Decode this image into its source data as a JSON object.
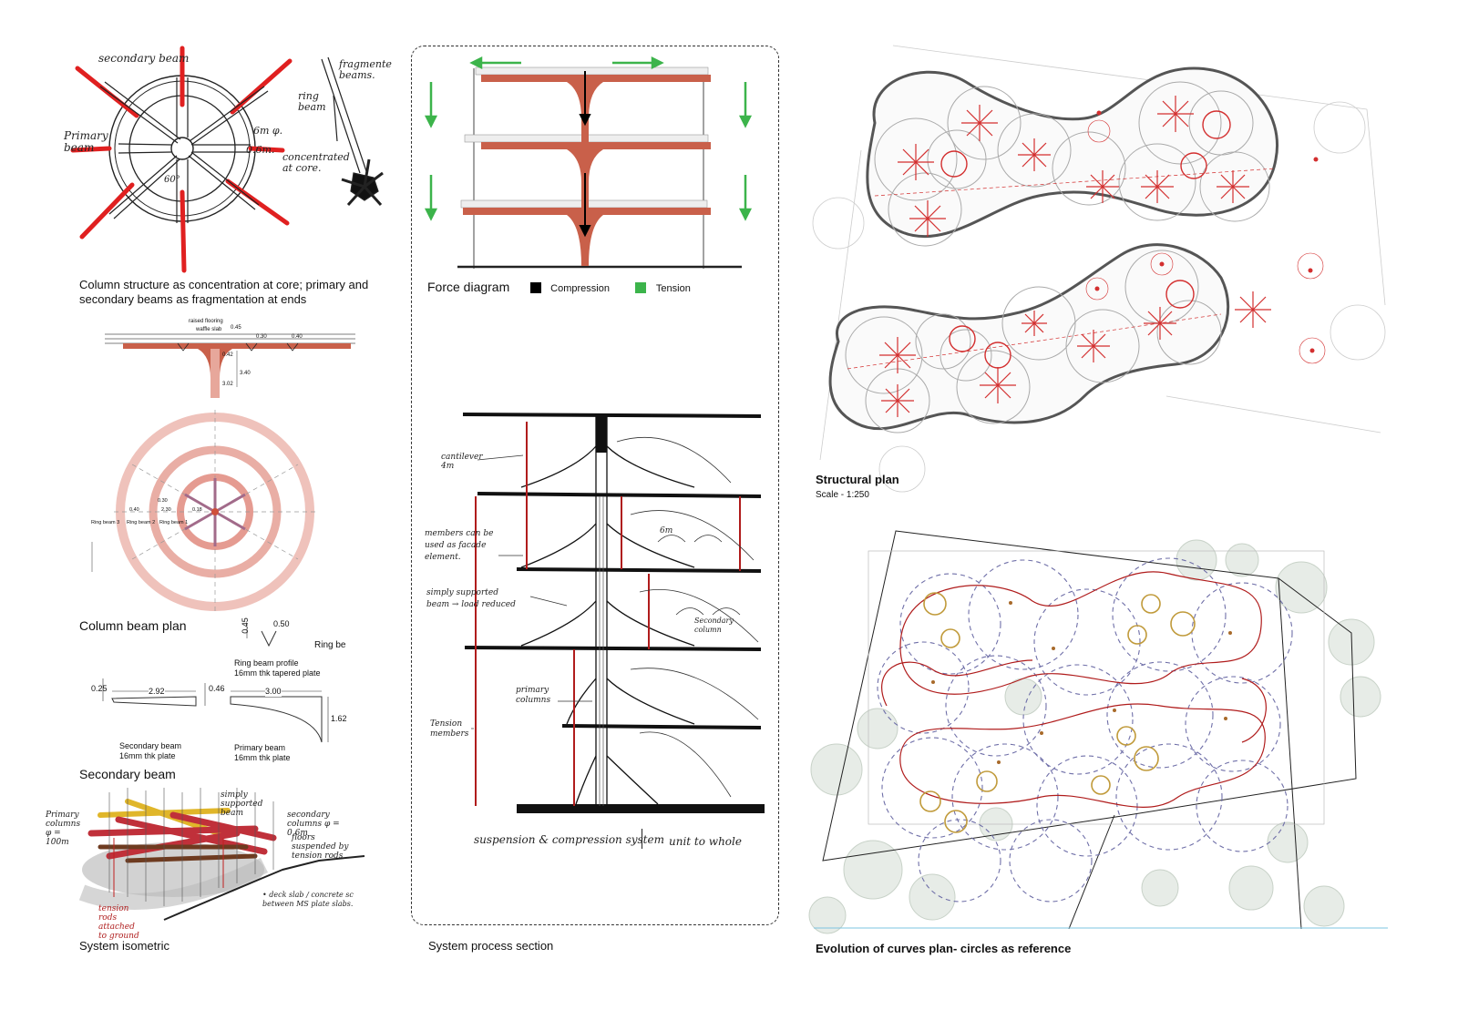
{
  "colors": {
    "accent_red": "#d32f2f",
    "beam_red": "#c0553d",
    "pink_ring": "#e9a8a0",
    "compression": "#000000",
    "tension": "#3cb44b",
    "ochre": "#c09a3a",
    "dash_blue": "#6f6fa8"
  },
  "col_sketch": {
    "secondary_beam": "secondary beam",
    "primary_beam": "Primary beam",
    "dim_6m": "6m φ.",
    "dim_08": "0.6m.",
    "angle": "60°",
    "fragmented_beams": "fragmente beams.",
    "ring_beam": "ring beam",
    "concentrated": "concentrated at core."
  },
  "captions": {
    "column_structure": "Column structure as concentration at core; primary and secondary beams as fragmentation at ends",
    "column_beam_plan": "Column beam plan",
    "secondary_beam": "Secondary beam",
    "system_isometric": "System isometric",
    "system_process_section": "System process section",
    "structural_plan": "Structural plan",
    "structural_scale": "Scale - 1:250",
    "evolution": "Evolution of curves plan- circles as reference"
  },
  "elevation_labels": {
    "raised_flooring": "raised flooring",
    "waffle_slab": "waffle slab",
    "dim_045": "0.45",
    "dim_030": "0.30",
    "dim_040": "0.40",
    "dim_042": "0.42",
    "dim_302": "3.02",
    "dim_340": "3.40"
  },
  "plan_labels": {
    "ring_beam_3": "Ring beam 3",
    "ring_beam_2": "Ring beam 2",
    "ring_beam_1": "Ring beam 1",
    "dim_040": "0.40",
    "dim_030": "0.30",
    "dim_230": "2.30",
    "dim_018": "0.18"
  },
  "beam_profiles": {
    "ring_dim_a": "0.45",
    "ring_dim_b": "0.50",
    "ring_be": "Ring be",
    "ring_profile": "Ring beam profile",
    "ring_profile_sub": "16mm thk tapered plate",
    "sec_len": "2.92",
    "sec_h_left": "0.25",
    "sec_h_right": "0.46",
    "sec_title": "Secondary beam",
    "sec_sub": "16mm thk plate",
    "prim_len": "3.00",
    "prim_h": "1.62",
    "prim_title": "Primary beam",
    "prim_sub": "16mm thk plate"
  },
  "iso_notes": {
    "primary_columns": "Primary columns φ = 100m",
    "simply_supported": "simply supported beam",
    "secondary_columns": "secondary columns φ = 0.6m",
    "floors_suspended": "floors suspended by tension rods",
    "tension_rods": "tension rods attached to ground",
    "deck_slab": "• deck slab / concrete sc between MS plate slabs."
  },
  "force": {
    "title": "Force diagram",
    "compression": "Compression",
    "tension": "Tension"
  },
  "section_notes": {
    "cantilever": "cantilever 4m",
    "members": "members can be used as facade element.",
    "dim_6m": "6m",
    "simply_supported": "simply supported beam → load reduced",
    "secondary_column": "Secondary column",
    "primary_columns": "primary columns",
    "tension_members": "Tension members",
    "suspension": "suspension & compression system",
    "unit": "unit to whole"
  }
}
